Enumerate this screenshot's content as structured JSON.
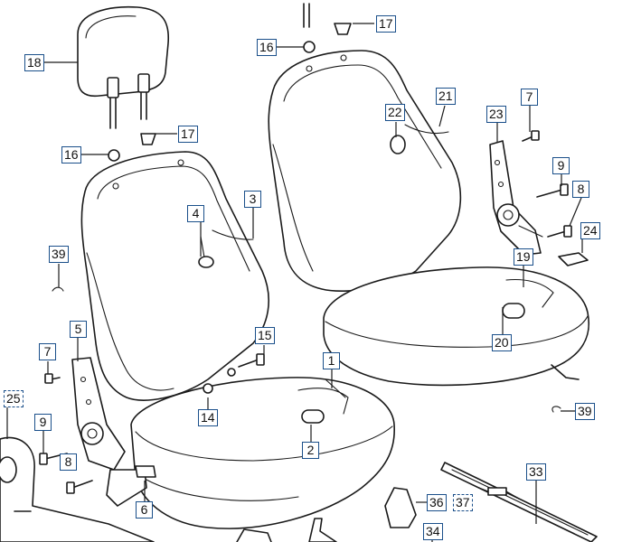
{
  "callouts": [
    {
      "id": "c18",
      "label": "18"
    },
    {
      "id": "c16a",
      "label": "16"
    },
    {
      "id": "c17a",
      "label": "17"
    },
    {
      "id": "c16b",
      "label": "16"
    },
    {
      "id": "c17b",
      "label": "17"
    },
    {
      "id": "c3",
      "label": "3"
    },
    {
      "id": "c4",
      "label": "4"
    },
    {
      "id": "c39a",
      "label": "39"
    },
    {
      "id": "c5",
      "label": "5"
    },
    {
      "id": "c7a",
      "label": "7"
    },
    {
      "id": "c25",
      "label": "25"
    },
    {
      "id": "c9a",
      "label": "9"
    },
    {
      "id": "c8a",
      "label": "8"
    },
    {
      "id": "c14",
      "label": "14"
    },
    {
      "id": "c15",
      "label": "15"
    },
    {
      "id": "c1",
      "label": "1"
    },
    {
      "id": "c2",
      "label": "2"
    },
    {
      "id": "c6",
      "label": "6"
    },
    {
      "id": "c22",
      "label": "22"
    },
    {
      "id": "c21",
      "label": "21"
    },
    {
      "id": "c7b",
      "label": "7"
    },
    {
      "id": "c23",
      "label": "23"
    },
    {
      "id": "c9b",
      "label": "9"
    },
    {
      "id": "c8b",
      "label": "8"
    },
    {
      "id": "c24",
      "label": "24"
    },
    {
      "id": "c19",
      "label": "19"
    },
    {
      "id": "c20",
      "label": "20"
    },
    {
      "id": "c39b",
      "label": "39"
    },
    {
      "id": "c33",
      "label": "33"
    },
    {
      "id": "c36",
      "label": "36"
    },
    {
      "id": "c37",
      "label": "37"
    },
    {
      "id": "c34",
      "label": "34"
    }
  ]
}
